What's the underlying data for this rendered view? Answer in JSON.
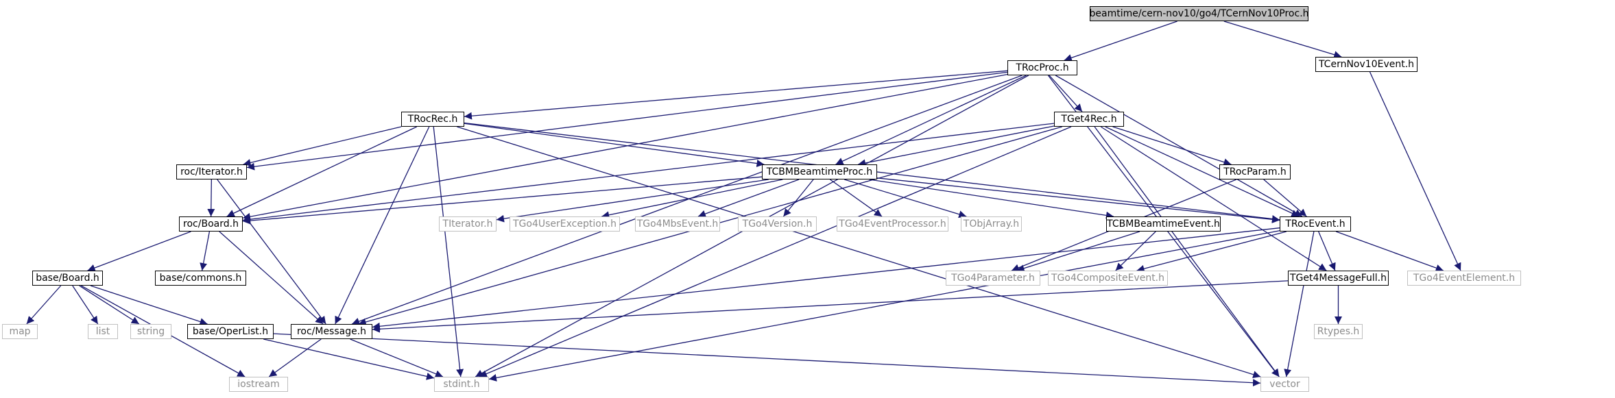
{
  "diagram": {
    "edge_color": "#191970",
    "nodes": [
      {
        "id": "cernproc",
        "label": "beamtime/cern-nov10/go4/TCernNov10Proc.h",
        "kind": "current"
      },
      {
        "id": "rocproc",
        "label": "TRocProc.h",
        "kind": "local"
      },
      {
        "id": "cernevent",
        "label": "TCernNov10Event.h",
        "kind": "local"
      },
      {
        "id": "rocrec",
        "label": "TRocRec.h",
        "kind": "local"
      },
      {
        "id": "get4rec",
        "label": "TGet4Rec.h",
        "kind": "local"
      },
      {
        "id": "iterator",
        "label": "roc/Iterator.h",
        "kind": "local"
      },
      {
        "id": "cbmproc",
        "label": "TCBMBeamtimeProc.h",
        "kind": "local"
      },
      {
        "id": "rocparam",
        "label": "TRocParam.h",
        "kind": "local"
      },
      {
        "id": "board",
        "label": "roc/Board.h",
        "kind": "local"
      },
      {
        "id": "titerator",
        "label": "TIterator.h",
        "kind": "external"
      },
      {
        "id": "g4userexc",
        "label": "TGo4UserException.h",
        "kind": "external"
      },
      {
        "id": "g4mbs",
        "label": "TGo4MbsEvent.h",
        "kind": "external"
      },
      {
        "id": "g4version",
        "label": "TGo4Version.h",
        "kind": "external"
      },
      {
        "id": "g4evproc",
        "label": "TGo4EventProcessor.h",
        "kind": "external"
      },
      {
        "id": "tobjarray",
        "label": "TObjArray.h",
        "kind": "external"
      },
      {
        "id": "cbmevent",
        "label": "TCBMBeamtimeEvent.h",
        "kind": "local"
      },
      {
        "id": "rocevent",
        "label": "TRocEvent.h",
        "kind": "local"
      },
      {
        "id": "baseboard",
        "label": "base/Board.h",
        "kind": "local"
      },
      {
        "id": "commons",
        "label": "base/commons.h",
        "kind": "local"
      },
      {
        "id": "g4param",
        "label": "TGo4Parameter.h",
        "kind": "external"
      },
      {
        "id": "g4composite",
        "label": "TGo4CompositeEvent.h",
        "kind": "external"
      },
      {
        "id": "get4msg",
        "label": "TGet4MessageFull.h",
        "kind": "local"
      },
      {
        "id": "g4evelem",
        "label": "TGo4EventElement.h",
        "kind": "external"
      },
      {
        "id": "map",
        "label": "map",
        "kind": "external"
      },
      {
        "id": "list",
        "label": "list",
        "kind": "external"
      },
      {
        "id": "string",
        "label": "string",
        "kind": "external"
      },
      {
        "id": "operlist",
        "label": "base/OperList.h",
        "kind": "local"
      },
      {
        "id": "message",
        "label": "roc/Message.h",
        "kind": "local"
      },
      {
        "id": "rtypes",
        "label": "Rtypes.h",
        "kind": "external"
      },
      {
        "id": "iostream",
        "label": "iostream",
        "kind": "external"
      },
      {
        "id": "stdint",
        "label": "stdint.h",
        "kind": "external"
      },
      {
        "id": "vector",
        "label": "vector",
        "kind": "external"
      }
    ],
    "edges": [
      [
        "cernproc",
        "rocproc"
      ],
      [
        "cernproc",
        "cernevent"
      ],
      [
        "rocproc",
        "rocrec"
      ],
      [
        "rocproc",
        "get4rec"
      ],
      [
        "rocproc",
        "cbmproc"
      ],
      [
        "rocproc",
        "rocevent"
      ],
      [
        "rocproc",
        "iterator"
      ],
      [
        "rocproc",
        "board"
      ],
      [
        "rocproc",
        "message"
      ],
      [
        "rocproc",
        "stdint"
      ],
      [
        "rocproc",
        "vector"
      ],
      [
        "cernevent",
        "g4evelem"
      ],
      [
        "rocrec",
        "iterator"
      ],
      [
        "rocrec",
        "board"
      ],
      [
        "rocrec",
        "cbmproc"
      ],
      [
        "rocrec",
        "rocevent"
      ],
      [
        "rocrec",
        "message"
      ],
      [
        "rocrec",
        "stdint"
      ],
      [
        "rocrec",
        "vector"
      ],
      [
        "get4rec",
        "cbmproc"
      ],
      [
        "get4rec",
        "board"
      ],
      [
        "get4rec",
        "rocparam"
      ],
      [
        "get4rec",
        "rocevent"
      ],
      [
        "get4rec",
        "get4msg"
      ],
      [
        "get4rec",
        "message"
      ],
      [
        "get4rec",
        "stdint"
      ],
      [
        "get4rec",
        "vector"
      ],
      [
        "iterator",
        "board"
      ],
      [
        "iterator",
        "message"
      ],
      [
        "cbmproc",
        "board"
      ],
      [
        "cbmproc",
        "titerator"
      ],
      [
        "cbmproc",
        "g4userexc"
      ],
      [
        "cbmproc",
        "g4mbs"
      ],
      [
        "cbmproc",
        "g4version"
      ],
      [
        "cbmproc",
        "g4evproc"
      ],
      [
        "cbmproc",
        "tobjarray"
      ],
      [
        "cbmproc",
        "cbmevent"
      ],
      [
        "cbmproc",
        "rocevent"
      ],
      [
        "rocparam",
        "rocevent"
      ],
      [
        "rocparam",
        "g4param"
      ],
      [
        "board",
        "baseboard"
      ],
      [
        "board",
        "commons"
      ],
      [
        "board",
        "message"
      ],
      [
        "cbmevent",
        "g4param"
      ],
      [
        "cbmevent",
        "g4composite"
      ],
      [
        "rocevent",
        "g4composite"
      ],
      [
        "rocevent",
        "get4msg"
      ],
      [
        "rocevent",
        "g4evelem"
      ],
      [
        "rocevent",
        "message"
      ],
      [
        "rocevent",
        "stdint"
      ],
      [
        "rocevent",
        "vector"
      ],
      [
        "baseboard",
        "map"
      ],
      [
        "baseboard",
        "list"
      ],
      [
        "baseboard",
        "string"
      ],
      [
        "baseboard",
        "operlist"
      ],
      [
        "baseboard",
        "iostream"
      ],
      [
        "get4msg",
        "message"
      ],
      [
        "get4msg",
        "rtypes"
      ],
      [
        "operlist",
        "stdint"
      ],
      [
        "operlist",
        "vector"
      ],
      [
        "message",
        "iostream"
      ],
      [
        "message",
        "stdint"
      ]
    ]
  }
}
